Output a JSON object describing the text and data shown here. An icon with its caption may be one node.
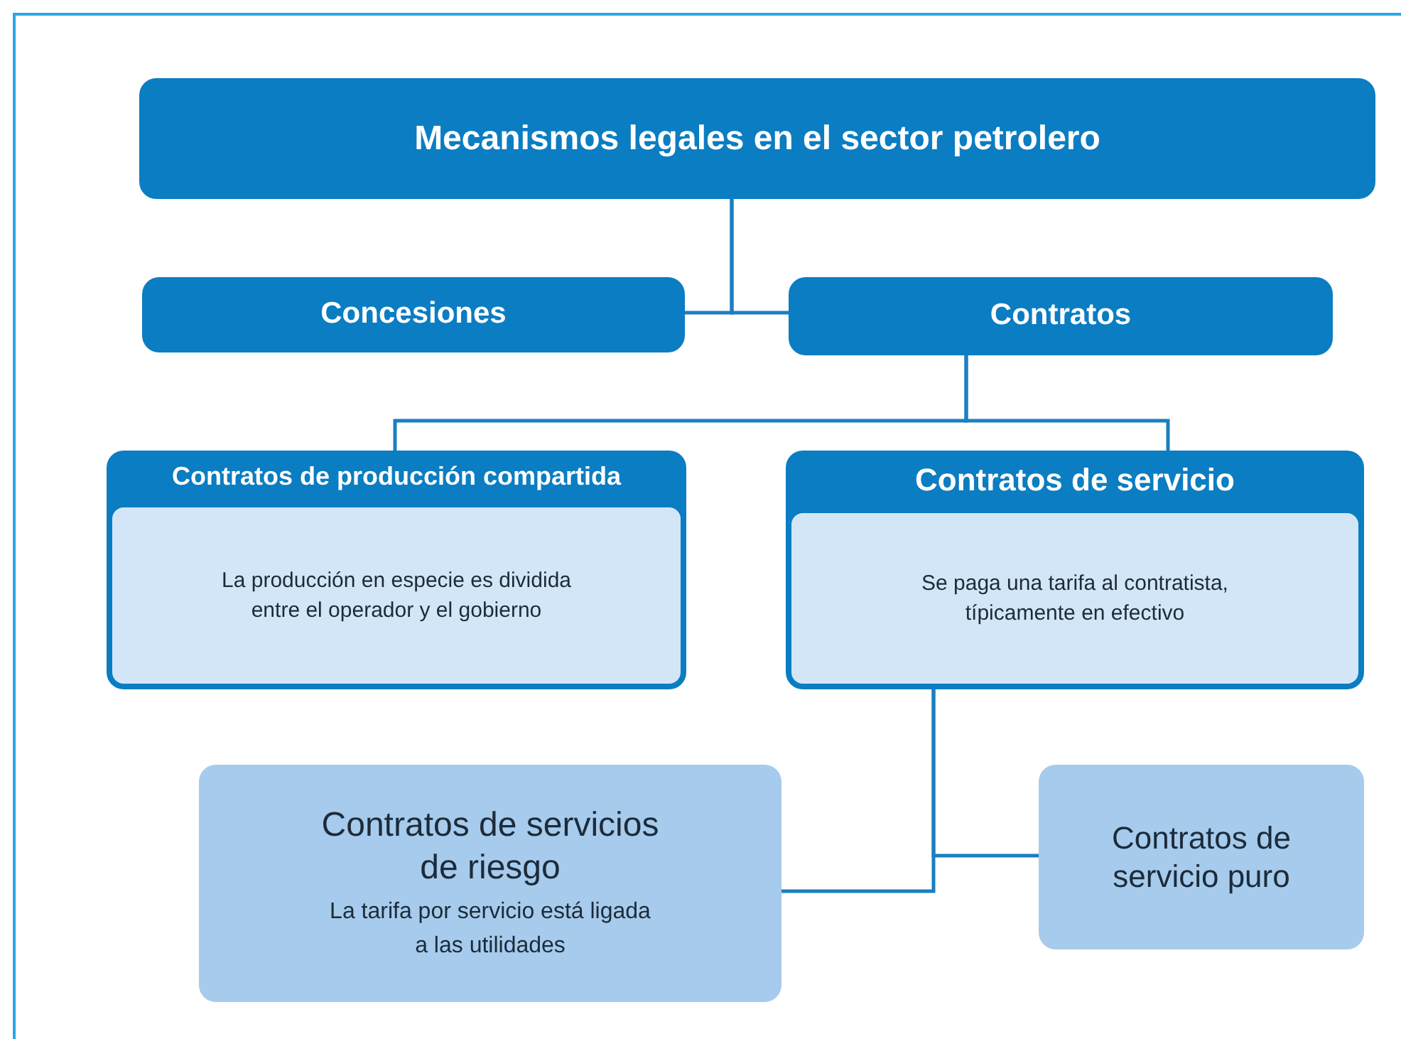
{
  "diagram": {
    "nodes": [
      {
        "text": [
          "Mecanismos legales en el sector petrolero"
        ]
      },
      {
        "text": [
          "Concesiones"
        ]
      },
      {
        "text": [
          "Contratos"
        ]
      },
      {
        "text": [
          "Contratos de producción compartida",
          "La producción en especie es dividida entre el operador y el gobierno"
        ]
      },
      {
        "text": [
          "Contratos de servicio",
          "Se paga una tarifa al contratista, típicamente en efectivo"
        ]
      },
      {
        "text": [
          "Contratos de servicios de riesgo",
          "La tarifa por servicio está ligada a las utilidades"
        ]
      },
      {
        "text": [
          "Contratos de servicio puro"
        ]
      }
    ],
    "edges": [
      {
        "from": 0,
        "to": 1,
        "arrow": "none"
      },
      {
        "from": 0,
        "to": 2,
        "arrow": "none"
      },
      {
        "from": 2,
        "to": 3,
        "arrow": "none"
      },
      {
        "from": 2,
        "to": 4,
        "arrow": "none"
      },
      {
        "from": 4,
        "to": 5,
        "arrow": "none"
      },
      {
        "from": 4,
        "to": 6,
        "arrow": "none"
      }
    ]
  }
}
